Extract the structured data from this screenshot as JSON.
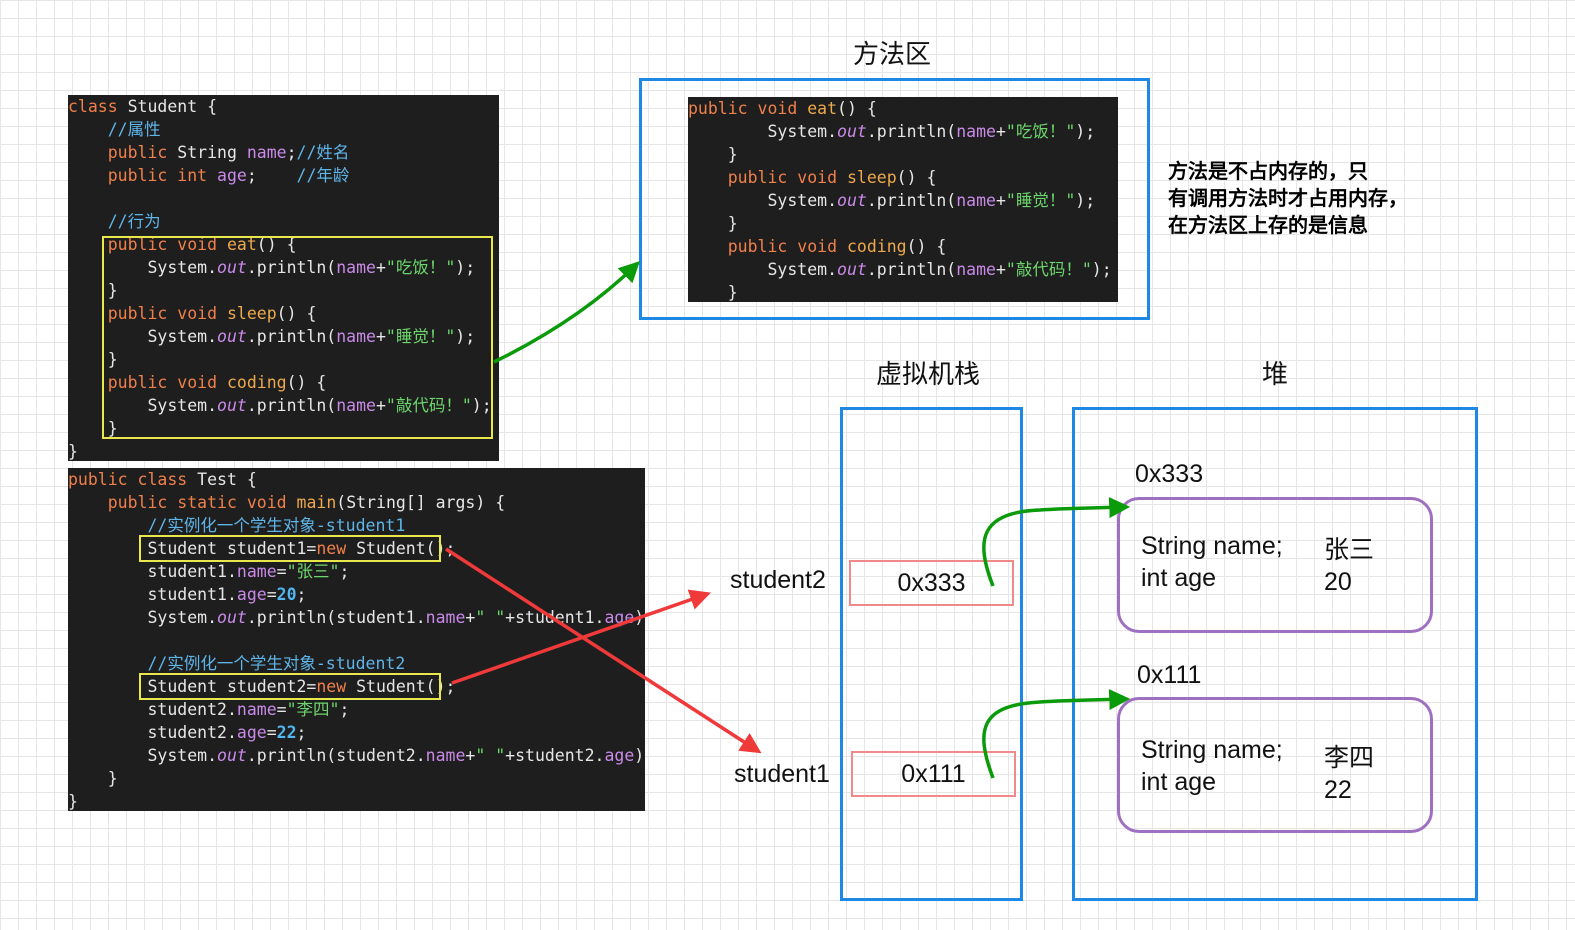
{
  "student_code": [
    [
      [
        "kw",
        "class"
      ],
      [
        "pl",
        " Student {"
      ]
    ],
    [
      [
        "pl",
        "    "
      ],
      [
        "cm",
        "//属性"
      ]
    ],
    [
      [
        "pl",
        "    "
      ],
      [
        "kw",
        "public"
      ],
      [
        "pl",
        " String "
      ],
      [
        "fld",
        "name"
      ],
      [
        "pl",
        ";"
      ],
      [
        "cm",
        "//姓名"
      ]
    ],
    [
      [
        "pl",
        "    "
      ],
      [
        "kw",
        "public"
      ],
      [
        "pl",
        " "
      ],
      [
        "kw",
        "int"
      ],
      [
        "pl",
        " "
      ],
      [
        "fld",
        "age"
      ],
      [
        "pl",
        ";    "
      ],
      [
        "cm",
        "//年龄"
      ]
    ],
    [
      [
        "pl",
        ""
      ]
    ],
    [
      [
        "pl",
        "    "
      ],
      [
        "cm",
        "//行为"
      ]
    ],
    [
      [
        "pl",
        "    "
      ],
      [
        "kw",
        "public"
      ],
      [
        "pl",
        " "
      ],
      [
        "kw",
        "void"
      ],
      [
        "pl",
        " "
      ],
      [
        "mt",
        "eat"
      ],
      [
        "pl",
        "() {"
      ]
    ],
    [
      [
        "pl",
        "        System."
      ],
      [
        "it",
        "out"
      ],
      [
        "pl",
        ".println("
      ],
      [
        "fld",
        "name"
      ],
      [
        "pl",
        "+"
      ],
      [
        "st",
        "\"吃饭！\""
      ],
      [
        "pl",
        ");"
      ]
    ],
    [
      [
        "pl",
        "    }"
      ]
    ],
    [
      [
        "pl",
        "    "
      ],
      [
        "kw",
        "public"
      ],
      [
        "pl",
        " "
      ],
      [
        "kw",
        "void"
      ],
      [
        "pl",
        " "
      ],
      [
        "mt",
        "sleep"
      ],
      [
        "pl",
        "() {"
      ]
    ],
    [
      [
        "pl",
        "        System."
      ],
      [
        "it",
        "out"
      ],
      [
        "pl",
        ".println("
      ],
      [
        "fld",
        "name"
      ],
      [
        "pl",
        "+"
      ],
      [
        "st",
        "\"睡觉！\""
      ],
      [
        "pl",
        ");"
      ]
    ],
    [
      [
        "pl",
        "    }"
      ]
    ],
    [
      [
        "pl",
        "    "
      ],
      [
        "kw",
        "public"
      ],
      [
        "pl",
        " "
      ],
      [
        "kw",
        "void"
      ],
      [
        "pl",
        " "
      ],
      [
        "mt",
        "coding"
      ],
      [
        "pl",
        "() {"
      ]
    ],
    [
      [
        "pl",
        "        System."
      ],
      [
        "it",
        "out"
      ],
      [
        "pl",
        ".println("
      ],
      [
        "fld",
        "name"
      ],
      [
        "pl",
        "+"
      ],
      [
        "st",
        "\"敲代码！\""
      ],
      [
        "pl",
        ");"
      ]
    ],
    [
      [
        "pl",
        "    }"
      ]
    ],
    [
      [
        "pl",
        "}"
      ]
    ]
  ],
  "test_code": [
    [
      [
        "kw",
        "public"
      ],
      [
        "pl",
        " "
      ],
      [
        "kw",
        "class"
      ],
      [
        "pl",
        " Test {"
      ]
    ],
    [
      [
        "pl",
        "    "
      ],
      [
        "kw",
        "public"
      ],
      [
        "pl",
        " "
      ],
      [
        "kw",
        "static"
      ],
      [
        "pl",
        " "
      ],
      [
        "kw",
        "void"
      ],
      [
        "pl",
        " "
      ],
      [
        "mt",
        "main"
      ],
      [
        "pl",
        "(String[] args) {"
      ]
    ],
    [
      [
        "pl",
        "        "
      ],
      [
        "cm",
        "//实例化一个学生对象-student1"
      ]
    ],
    [
      [
        "pl",
        "        Student student1="
      ],
      [
        "kw",
        "new"
      ],
      [
        "pl",
        " Student();"
      ]
    ],
    [
      [
        "pl",
        "        student1."
      ],
      [
        "fld",
        "name"
      ],
      [
        "pl",
        "="
      ],
      [
        "st",
        "\"张三\""
      ],
      [
        "pl",
        ";"
      ]
    ],
    [
      [
        "pl",
        "        student1."
      ],
      [
        "fld",
        "age"
      ],
      [
        "pl",
        "="
      ],
      [
        "num",
        "20"
      ],
      [
        "pl",
        ";"
      ]
    ],
    [
      [
        "pl",
        "        System."
      ],
      [
        "it",
        "out"
      ],
      [
        "pl",
        ".println(student1."
      ],
      [
        "fld",
        "name"
      ],
      [
        "pl",
        "+"
      ],
      [
        "st",
        "\" \""
      ],
      [
        "pl",
        "+student1."
      ],
      [
        "fld",
        "age"
      ],
      [
        "pl",
        ");"
      ]
    ],
    [
      [
        "pl",
        ""
      ]
    ],
    [
      [
        "pl",
        "        "
      ],
      [
        "cm",
        "//实例化一个学生对象-student2"
      ]
    ],
    [
      [
        "pl",
        "        Student student2="
      ],
      [
        "kw",
        "new"
      ],
      [
        "pl",
        " Student();"
      ]
    ],
    [
      [
        "pl",
        "        student2."
      ],
      [
        "fld",
        "name"
      ],
      [
        "pl",
        "="
      ],
      [
        "st",
        "\"李四\""
      ],
      [
        "pl",
        ";"
      ]
    ],
    [
      [
        "pl",
        "        student2."
      ],
      [
        "fld",
        "age"
      ],
      [
        "pl",
        "="
      ],
      [
        "num",
        "22"
      ],
      [
        "pl",
        ";"
      ]
    ],
    [
      [
        "pl",
        "        System."
      ],
      [
        "it",
        "out"
      ],
      [
        "pl",
        ".println(student2."
      ],
      [
        "fld",
        "name"
      ],
      [
        "pl",
        "+"
      ],
      [
        "st",
        "\" \""
      ],
      [
        "pl",
        "+student2."
      ],
      [
        "fld",
        "age"
      ],
      [
        "pl",
        ");"
      ]
    ],
    [
      [
        "pl",
        "    }"
      ]
    ],
    [
      [
        "pl",
        "}"
      ]
    ]
  ],
  "method_code": [
    [
      [
        "kw",
        "public"
      ],
      [
        "pl",
        " "
      ],
      [
        "kw",
        "void"
      ],
      [
        "pl",
        " "
      ],
      [
        "mt",
        "eat"
      ],
      [
        "pl",
        "() {"
      ]
    ],
    [
      [
        "pl",
        "        System."
      ],
      [
        "it",
        "out"
      ],
      [
        "pl",
        ".println("
      ],
      [
        "fld",
        "name"
      ],
      [
        "pl",
        "+"
      ],
      [
        "st",
        "\"吃饭！\""
      ],
      [
        "pl",
        ");"
      ]
    ],
    [
      [
        "pl",
        "    }"
      ]
    ],
    [
      [
        "pl",
        "    "
      ],
      [
        "kw",
        "public"
      ],
      [
        "pl",
        " "
      ],
      [
        "kw",
        "void"
      ],
      [
        "pl",
        " "
      ],
      [
        "mt",
        "sleep"
      ],
      [
        "pl",
        "() {"
      ]
    ],
    [
      [
        "pl",
        "        System."
      ],
      [
        "it",
        "out"
      ],
      [
        "pl",
        ".println("
      ],
      [
        "fld",
        "name"
      ],
      [
        "pl",
        "+"
      ],
      [
        "st",
        "\"睡觉！\""
      ],
      [
        "pl",
        ");"
      ]
    ],
    [
      [
        "pl",
        "    }"
      ]
    ],
    [
      [
        "pl",
        "    "
      ],
      [
        "kw",
        "public"
      ],
      [
        "pl",
        " "
      ],
      [
        "kw",
        "void"
      ],
      [
        "pl",
        " "
      ],
      [
        "mt",
        "coding"
      ],
      [
        "pl",
        "() {"
      ]
    ],
    [
      [
        "pl",
        "        System."
      ],
      [
        "it",
        "out"
      ],
      [
        "pl",
        ".println("
      ],
      [
        "fld",
        "name"
      ],
      [
        "pl",
        "+"
      ],
      [
        "st",
        "\"敲代码！\""
      ],
      [
        "pl",
        ");"
      ]
    ],
    [
      [
        "pl",
        "    }"
      ]
    ]
  ],
  "labels": {
    "method_area": "方法区",
    "stack": "虚拟机栈",
    "heap": "堆"
  },
  "note": "方法是不占内存的，只\n有调用方法时才占用内存，\n在方法区上存的是信息",
  "stack_vars": {
    "student2": {
      "name": "student2",
      "value": "0x333"
    },
    "student1": {
      "name": "student1",
      "value": "0x111"
    }
  },
  "heap_objects": {
    "obj1": {
      "address": "0x333",
      "fields": "String name;\nint age",
      "values": "张三\n20"
    },
    "obj2": {
      "address": "0x111",
      "fields": "String name;\nint age",
      "values": "李四\n22"
    }
  },
  "colors": {
    "code_bg": "#1e1e1e",
    "blue_border": "#1e88e5",
    "highlight_yellow": "#e8e84a",
    "arrow_green": "#0a9a0a",
    "arrow_red": "#f03a3a",
    "stack_cell": "#f08a8a",
    "heap_object": "#a070c0"
  }
}
